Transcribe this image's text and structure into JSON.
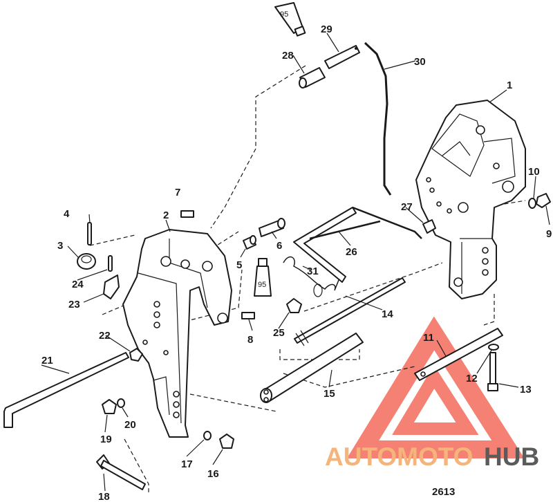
{
  "diagram": {
    "figure_number": "2613",
    "callouts": [
      "1",
      "2",
      "3",
      "4",
      "5",
      "6",
      "7",
      "8",
      "9",
      "10",
      "11",
      "12",
      "13",
      "14",
      "15",
      "16",
      "17",
      "18",
      "19",
      "20",
      "21",
      "22",
      "23",
      "24",
      "25",
      "26",
      "27",
      "28",
      "29",
      "30",
      "31"
    ],
    "tube_labels": [
      "95",
      "95"
    ]
  },
  "watermark": {
    "text_part1": "AUTOMOTO",
    "text_part2": "HUB",
    "color_part1": "#f5b57a",
    "color_part2": "#5b5b5b",
    "triangle_color": "#f26b5b"
  }
}
